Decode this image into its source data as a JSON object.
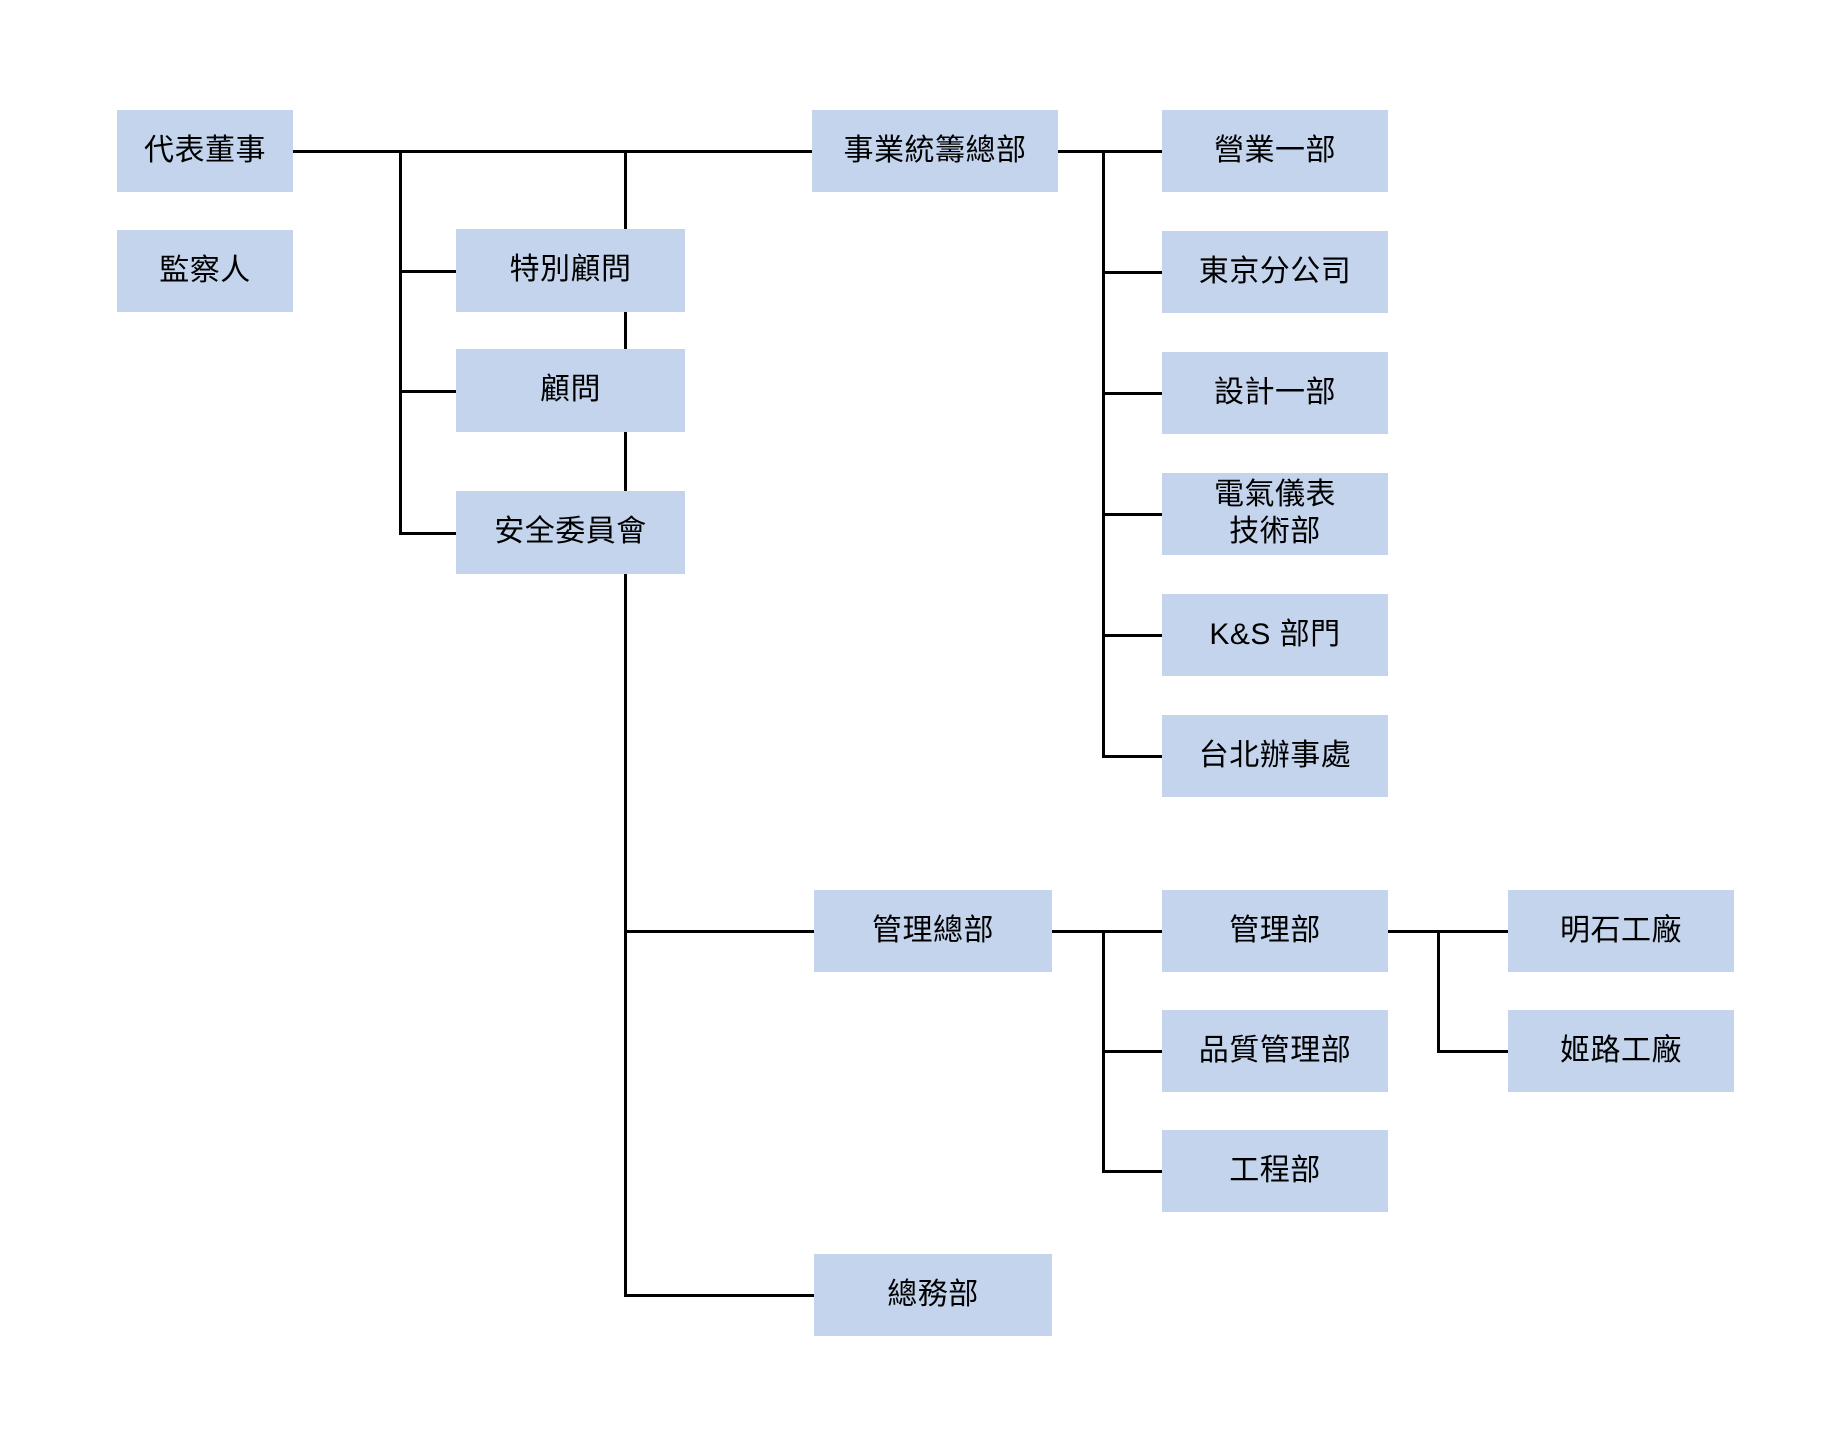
{
  "chart": {
    "type": "organization-chart",
    "title": "",
    "box_fill_color": "#c3d4ec",
    "line_color": "#000000",
    "background_color": "#ffffff",
    "nodes": {
      "representative_director": "代表董事",
      "auditor": "監察人",
      "special_advisor": "特別顧問",
      "advisor": "顧問",
      "safety_committee": "安全委員會",
      "business_hq": "事業統籌總部",
      "sales_dept_1": "營業一部",
      "tokyo_branch": "東京分公司",
      "design_dept_1": "設計一部",
      "electrical_instrument_tech_dept": "電氣儀表\n技術部",
      "ks_division": "K&S 部門",
      "taipei_office": "台北辦事處",
      "administration_hq": "管理總部",
      "administration_dept": "管理部",
      "quality_control_dept": "品質管理部",
      "engineering_dept": "工程部",
      "akashi_factory": "明石工廠",
      "himeji_factory": "姬路工廠",
      "general_affairs_dept": "總務部"
    }
  }
}
